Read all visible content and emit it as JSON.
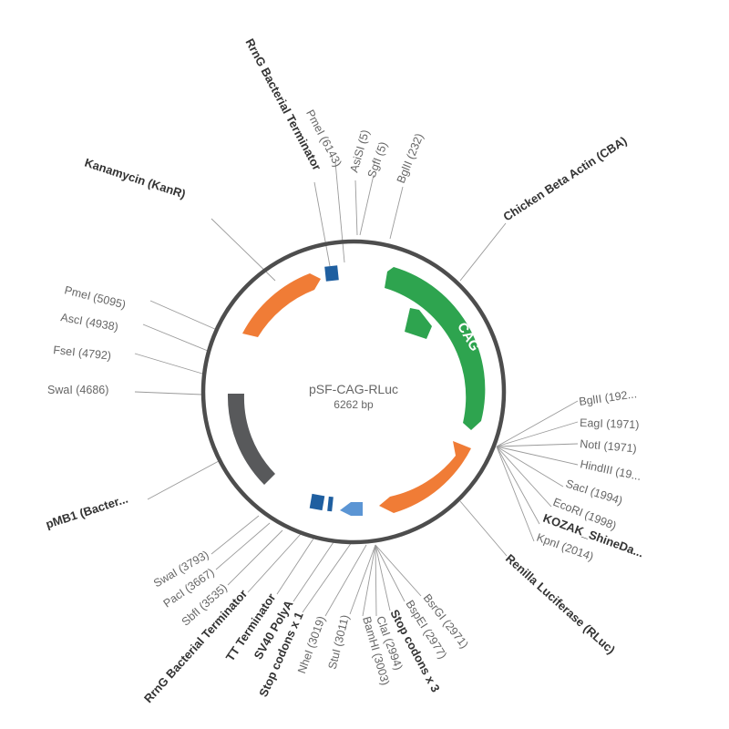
{
  "plasmid": {
    "name": "pSF-CAG-RLuc",
    "size": "6262 bp"
  },
  "colors": {
    "backbone": "#4d4d4d",
    "cag": "#2ea44f",
    "luciferase": "#f07c36",
    "kanr": "#f07c36",
    "ori": "#58595b",
    "terminator": "#1f5fa0",
    "polya": "#5b95d4",
    "leader": "#9a9a9a"
  },
  "features": {
    "cag": "CAG"
  },
  "labels": {
    "rrng_top": "RrnG Bacterial Terminator",
    "pmei_6143": "PmeI (6143)",
    "asisi_5": "AsiSI (5)",
    "sgfi_5": "SgfI (5)",
    "bglii_232": "BglII (232)",
    "cba": "Chicken Beta Actin (CBA)",
    "kanr": "Kanamycin (KanR)",
    "pmei_5095": "PmeI (5095)",
    "asci_4938": "AscI (4938)",
    "fsei_4792": "FseI (4792)",
    "swai_4686": "SwaI (4686)",
    "bglii_192": "BglII (192...",
    "eagi_1971": "EagI (1971)",
    "noti_1971": "NotI (1971)",
    "hindiii": "HindIII (19...",
    "saci_1994": "SacI (1994)",
    "ecori_1998": "EcoRI (1998)",
    "kozak": "KOZAK_ShineDa...",
    "kpni_2014": "KpnI (2014)",
    "pmb1": "pMB1 (Bacter...",
    "swai_3793": "SwaI (3793)",
    "paci_3667": "PacI (3667)",
    "sbfi_3535": "SbfI (3535)",
    "rrng_bottom": "RrnG Bacterial Terminator",
    "tt_term": "TT Terminator",
    "sv40": "SV40 PolyA",
    "stop1": "Stop codons x 1",
    "nhei_3019": "NheI (3019)",
    "stui_3011": "StuI (3011)",
    "bamhi_3003": "BamHI (3003)",
    "clai_2994": "ClaI (2994)",
    "stop3": "Stop codons x 3",
    "bspei_2977": "BspEI (2977)",
    "bsrgi_2971": "BsrGI (2971)",
    "rluc": "Renilla Luciferase (RLuc)"
  }
}
